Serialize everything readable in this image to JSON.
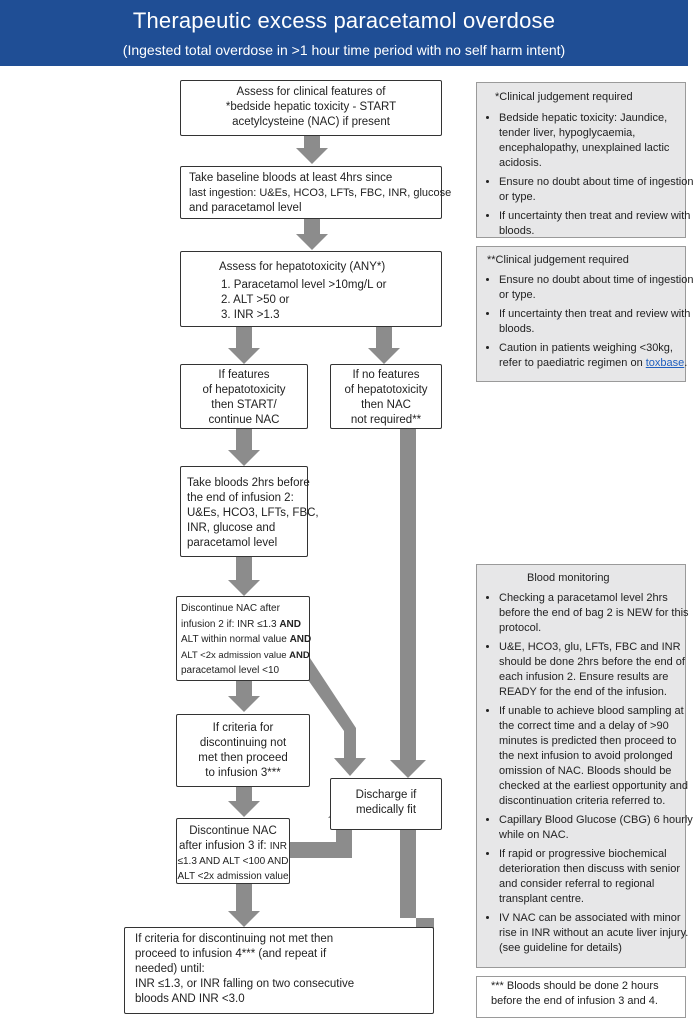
{
  "header": {
    "title": "Therapeutic excess paracetamol overdose",
    "subtitle": "(Ingested total overdose in >1 hour time period with no self harm intent)"
  },
  "flow": {
    "assess_clinical": [
      "Assess for clinical features of",
      "*bedside hepatic toxicity - START",
      "acetylcysteine (NAC) if present"
    ],
    "baseline_bloods": [
      "Take baseline bloods at least 4hrs since",
      "last ingestion: U&Es, HCO3, LFTs, FBC, INR, glucose",
      "and paracetamol level"
    ],
    "assess_hepato": {
      "heading": "Assess for hepatotoxicity (ANY*)",
      "items": [
        "1. Paracetamol level >10mg/L or",
        "2. ALT >50 or",
        "3. INR >1.3"
      ]
    },
    "features_yes": [
      "If features",
      "of hepatotoxicity",
      "then START/",
      "continue NAC"
    ],
    "features_no": [
      "If no features",
      "of hepatotoxicity",
      "then NAC",
      "not required**"
    ],
    "bloods_2hrs": [
      "Take bloods 2hrs before",
      "the end of infusion 2:",
      "U&Es, HCO3, LFTs, FBC,",
      "INR, glucose and",
      "paracetamol level"
    ],
    "discontinue_2": {
      "l1": "Discontinue NAC after",
      "l2a": "infusion 2 if: INR ≤1.3 ",
      "l2b": "AND",
      "l3a": "ALT within normal value ",
      "l3b": "AND",
      "l4a": "ALT <2x admission value ",
      "l4b": "AND",
      "l5": "paracetamol level <10"
    },
    "criteria_not_met": [
      "If criteria for",
      "discontinuing not",
      "met then proceed",
      "to infusion 3***"
    ],
    "discharge": [
      "Discharge if",
      "medically fit"
    ],
    "discontinue_3": {
      "l1": "Discontinue NAC",
      "l2a": "after infusion 3 if: ",
      "l2b": "INR",
      "l3": "≤1.3 AND ALT <100 AND",
      "l4": "ALT <2x admission value"
    },
    "final": [
      "If criteria for discontinuing not met then",
      "proceed to infusion 4***  (and repeat if",
      "needed) until:",
      "INR ≤1.3, or INR falling on two consecutive",
      "bloods AND INR <3.0"
    ]
  },
  "side1": {
    "title": "*Clinical judgement required",
    "items": [
      "Bedside hepatic toxicity: Jaundice, tender liver, hypoglycaemia, encephalopathy, unexplained lactic acidosis.",
      "Ensure no doubt about time of ingestion or type.",
      "If uncertainty then treat and review with bloods."
    ]
  },
  "side2": {
    "title": "**Clinical judgement required",
    "items": [
      "Ensure no doubt about time of ingestion or type.",
      "If uncertainty then treat and review with bloods."
    ],
    "caution_prefix": "Caution in patients weighing <30kg, refer to paediatric regimen on ",
    "caution_link": "toxbase",
    "caution_suffix": "."
  },
  "side3": {
    "title": "Blood monitoring",
    "items": [
      "Checking a paracetamol level 2hrs before the end of bag 2 is NEW for this protocol.",
      "U&E, HCO3, glu, LFTs, FBC and INR should be done 2hrs before the end of each infusion 2. Ensure results are READY for the end of the infusion.",
      "If unable to achieve blood sampling at the correct time and a delay of >90 minutes is predicted then proceed to the next infusion to avoid prolonged omission of NAC. Bloods should be checked at the earliest opportunity and discontinuation criteria referred to.",
      "Capillary Blood Glucose (CBG) 6 hourly while on NAC.",
      "If rapid or progressive biochemical deterioration then discuss with senior and consider referral to regional transplant centre.",
      "IV NAC can be associated with minor rise in INR without an acute liver injury. (see guideline for details)"
    ]
  },
  "footnote": [
    "*** Bloods should be done 2 hours",
    "before the end of infusion 3 and 4."
  ],
  "colors": {
    "header_bg": "#1f4e95",
    "arrow": "#8c8c8c",
    "side_bg": "#e7e7e8",
    "link": "#1f5fbf"
  }
}
